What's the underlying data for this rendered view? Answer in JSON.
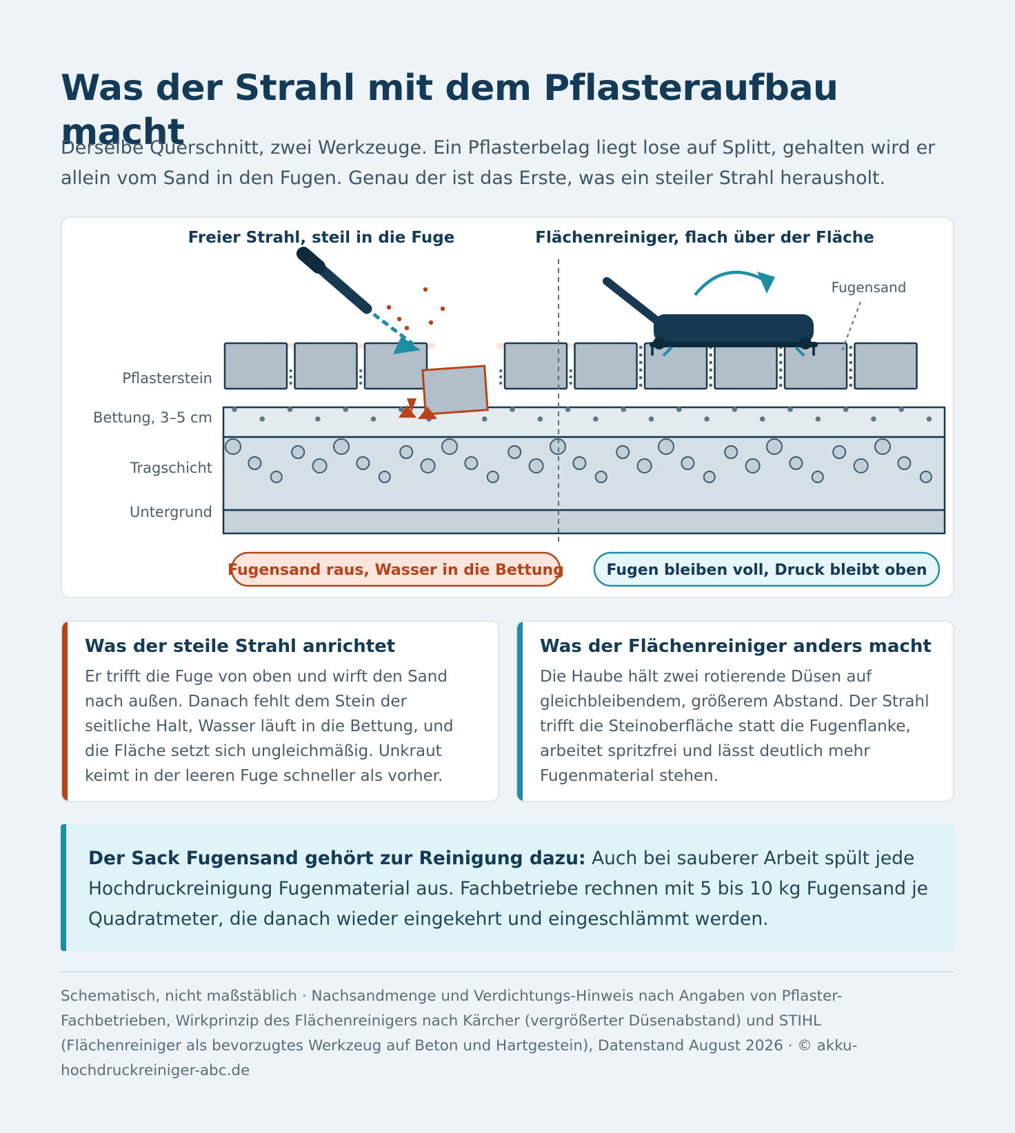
{
  "title": "Was der Strahl mit dem Pflasteraufbau macht",
  "subtitle": "Derselbe Querschnitt, zwei Werkzeuge. Ein Pflasterbelag liegt lose auf Splitt, gehalten wird er allein vom Sand in den Fugen. Genau der ist das Erste, was ein steiler Strahl herausholt.",
  "diagram": {
    "left_heading": "Freier Strahl, steil in die Fuge",
    "right_heading": "Flächenreiniger, flach über der Fläche",
    "fugensand_label": "Fugensand",
    "layers": [
      "Pflasterstein",
      "Bettung, 3–5 cm",
      "Tragschicht",
      "Untergrund"
    ],
    "left_result": "Fugensand raus, Wasser in die Bettung",
    "right_result": "Fugen bleiben voll, Druck bleibt oben",
    "colors": {
      "navy": "#173a52",
      "rust": "#b8431a",
      "teal": "#1d8ea3",
      "stone": "#b3bfc8",
      "bedding": "#e3ebef",
      "base": "#d5e0e6",
      "subsoil": "#c8d3d9"
    }
  },
  "cards": [
    {
      "title": "Was der steile Strahl anrichtet",
      "body": "Er trifft die Fuge von oben und wirft den Sand nach außen. Danach fehlt dem Stein der seitliche Halt, Wasser läuft in die Bettung, und die Fläche setzt sich ungleichmäßig. Unkraut keimt in der leeren Fuge schneller als vorher."
    },
    {
      "title": "Was der Flächenreiniger anders macht",
      "body": "Die Haube hält zwei rotierende Düsen auf gleichbleibendem, größerem Abstand. Der Strahl trifft die Steinoberfläche statt die Fugenflanke, arbeitet spritzfrei und lässt deutlich mehr Fugenmaterial stehen."
    }
  ],
  "note": {
    "bold": "Der Sack Fugensand gehört zur Reinigung dazu:",
    "text": " Auch bei sauberer Arbeit spült jede Hochdruckreinigung Fugenmaterial aus. Fachbetriebe rechnen mit 5 bis 10 kg Fugensand je Quadratmeter, die danach wieder eingekehrt und eingeschlämmt werden."
  },
  "footer": "Schematisch, nicht maßstäblich · Nachsandmenge und Verdichtungs-Hinweis nach Angaben von Pflaster-Fachbetrieben, Wirkprinzip des Flächenreinigers nach Kärcher (vergrößerter Düsenabstand) und STIHL (Flächenreiniger als bevorzugtes Werkzeug auf Beton und Hartgestein), Datenstand August 2026 · © akku-hochdruckreiniger-abc.de"
}
